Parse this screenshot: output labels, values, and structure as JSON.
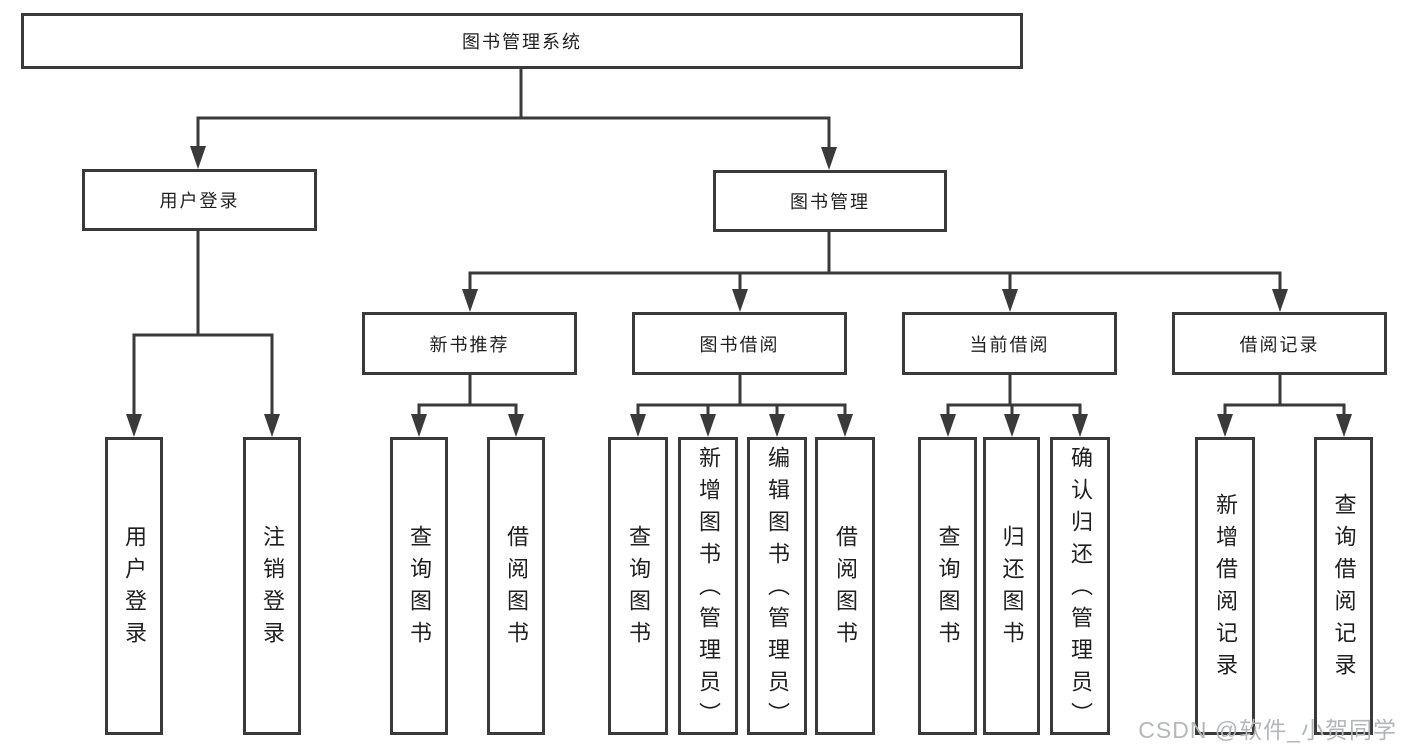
{
  "colors": {
    "line": "#3a3a3a",
    "box_fill": "#ffffff",
    "text": "#1f1f1f",
    "watermark": "#b4b7ba"
  },
  "diagram": {
    "type": "hierarchy-structure-chart",
    "root": {
      "label": "图书管理系统"
    },
    "level2": [
      {
        "label": "用户登录",
        "children": [
          "用户登录",
          "注销登录"
        ]
      },
      {
        "label": "图书管理"
      }
    ],
    "level3": [
      {
        "label": "新书推荐",
        "children": [
          "查询图书",
          "借阅图书"
        ]
      },
      {
        "label": "图书借阅",
        "children": [
          "查询图书",
          "新增图书（管理员）",
          "编辑图书（管理员）",
          "借阅图书"
        ]
      },
      {
        "label": "当前借阅",
        "children": [
          "查询图书",
          "归还图书",
          "确认归还（管理员）"
        ]
      },
      {
        "label": "借阅记录",
        "children": [
          "新增借阅记录",
          "查询借阅记录"
        ]
      }
    ]
  },
  "watermark": {
    "text": "CSDN @软件_小贺同学"
  }
}
